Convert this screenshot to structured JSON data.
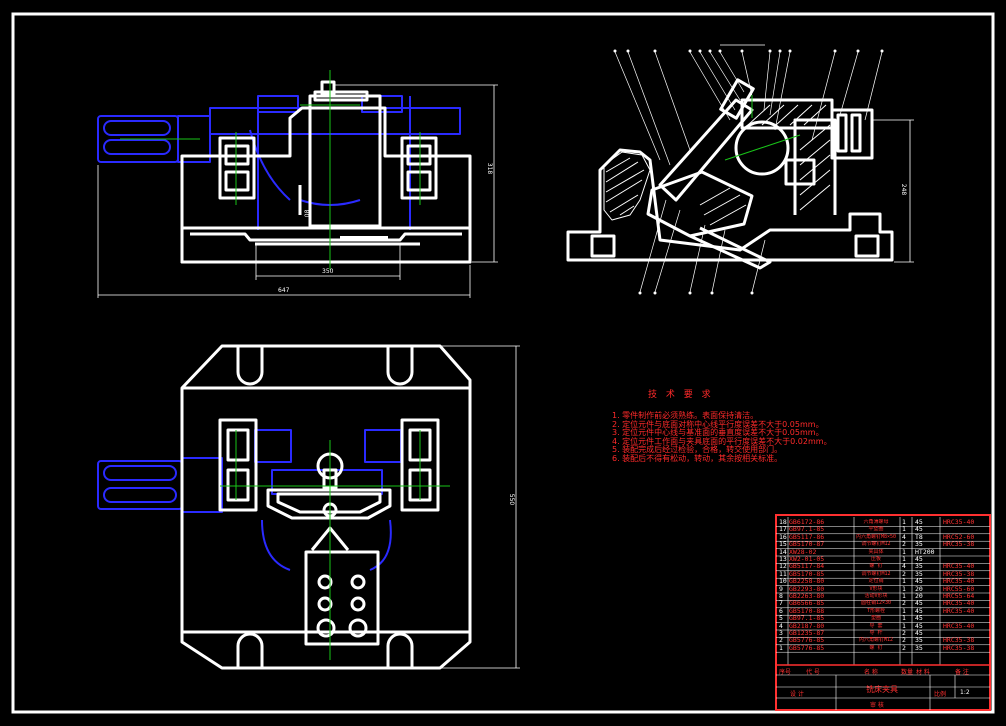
{
  "technical_requirements": {
    "title": "技 术 要 求",
    "items": [
      "1. 零件制作前必须熟练。表面保持清洁。",
      "2. 定位元件与底面对称中心线平行度误差不大于0.05mm。",
      "3. 定位元件中心线与基准面的垂直度误差不大于0.05mm。",
      "4. 定位元件工作面与夹具底面的平行度误差不大于0.02mm。",
      "5. 装配完成后经过检验，合格，转交使用部门。",
      "6. 装配后不得有松动，转动，其余按相关标准。"
    ]
  },
  "dimensions": {
    "front_width": "647",
    "front_inner": "350",
    "front_height": "318",
    "front_mid": "80",
    "side_height": "248",
    "plan_height": "550"
  },
  "bom": {
    "rows": [
      {
        "no": "18",
        "code": "GB6172-86",
        "name": "六角薄螺母",
        "qty": "1",
        "mat": "45",
        "rem": "HRC35-40"
      },
      {
        "no": "17",
        "code": "GB97.1-85",
        "name": "平垫圈",
        "qty": "1",
        "mat": "45",
        "rem": ""
      },
      {
        "no": "16",
        "code": "GB5117-86",
        "name": "内六角螺钉M8×50",
        "qty": "4",
        "mat": "T8",
        "rem": "HRC52-60"
      },
      {
        "no": "15",
        "code": "GB5170-87",
        "name": "调节螺钉M12",
        "qty": "2",
        "mat": "35",
        "rem": "HRC35-38"
      },
      {
        "no": "14",
        "code": "XW28-02",
        "name": "夹具体",
        "qty": "1",
        "mat": "HT200",
        "rem": ""
      },
      {
        "no": "13",
        "code": "XW2-01-05",
        "name": "压板",
        "qty": "1",
        "mat": "45",
        "rem": ""
      },
      {
        "no": "12",
        "code": "GB5117-84",
        "name": "螺 钉",
        "qty": "4",
        "mat": "35",
        "rem": "HRC35-40"
      },
      {
        "no": "11",
        "code": "GB5170-85",
        "name": "调节螺钉M12",
        "qty": "2",
        "mat": "35",
        "rem": "HRC35-38"
      },
      {
        "no": "10",
        "code": "GB2258-80",
        "name": "定位销",
        "qty": "1",
        "mat": "45",
        "rem": "HRC35-40"
      },
      {
        "no": "9",
        "code": "GB2293-80",
        "name": "V形块",
        "qty": "1",
        "mat": "20",
        "rem": "HRC55-60"
      },
      {
        "no": "8",
        "code": "GB2263-80",
        "name": "活动V形块",
        "qty": "1",
        "mat": "20",
        "rem": "HRC55-64"
      },
      {
        "no": "7",
        "code": "GB6566-85",
        "name": "圆柱销12×30",
        "qty": "2",
        "mat": "45",
        "rem": "HRC35-40"
      },
      {
        "no": "6",
        "code": "GB5170-88",
        "name": "T形螺栓",
        "qty": "1",
        "mat": "45",
        "rem": "HRC35-40"
      },
      {
        "no": "5",
        "code": "GB97.1-85",
        "name": "垫圈",
        "qty": "1",
        "mat": "45",
        "rem": ""
      },
      {
        "no": "4",
        "code": "GB2187-80",
        "name": "导 套",
        "qty": "1",
        "mat": "45",
        "rem": "HRC35-40"
      },
      {
        "no": "3",
        "code": "GB1235-87",
        "name": "导 杆",
        "qty": "2",
        "mat": "45",
        "rem": ""
      },
      {
        "no": "2",
        "code": "GB5776-85",
        "name": "内六角螺钉M12",
        "qty": "2",
        "mat": "35",
        "rem": "HRC35-38"
      },
      {
        "no": "1",
        "code": "GB5776-85",
        "name": "螺 钉",
        "qty": "2",
        "mat": "35",
        "rem": "HRC35-38"
      }
    ],
    "header": {
      "no": "序号",
      "code": "代 号",
      "name": "名 称",
      "qty": "数量",
      "mat": "材 料",
      "rem": "备 注"
    },
    "title_block": {
      "drawing_name": "铣床夹具",
      "label_a": "设 计",
      "label_b": "审 核",
      "label_c": "比例",
      "scale": "1:2"
    }
  },
  "colors": {
    "outline": "#ffffff",
    "hidden": "#2a2aff",
    "center": "#19c419",
    "text": "#ff2a2a"
  }
}
